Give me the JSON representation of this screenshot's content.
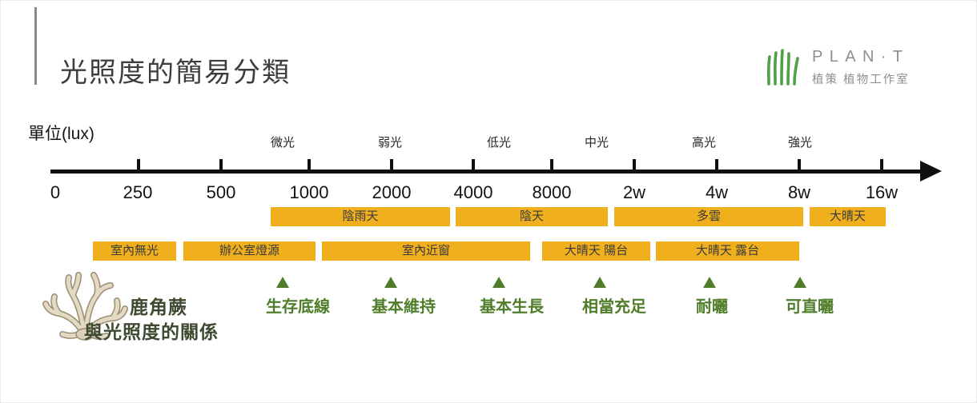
{
  "title": "光照度的簡易分類",
  "logo": {
    "brand": "PLAN·T",
    "subtitle": "植策 植物工作室"
  },
  "axis": {
    "unit_label": "單位(lux)",
    "tick_labels": [
      "0",
      "250",
      "500",
      "1000",
      "2000",
      "4000",
      "8000",
      "2w",
      "4w",
      "8w",
      "16w"
    ],
    "level_labels": [
      "微光",
      "弱光",
      "低光",
      "中光",
      "高光",
      "強光"
    ]
  },
  "bars": {
    "row1": [
      "陰雨天",
      "陰天",
      "多雲",
      "大晴天"
    ],
    "row2": [
      "室內無光",
      "辦公室燈源",
      "室內近窗",
      "大晴天 陽台",
      "大晴天 露台"
    ]
  },
  "markers": [
    "生存底線",
    "基本維持",
    "基本生長",
    "相當充足",
    "耐曬",
    "可直曬"
  ],
  "fern": {
    "line1": "鹿角蕨",
    "line2": "與光照度的關係"
  },
  "colors": {
    "bar_yellow": "#F0B01E",
    "marker_green": "#4F7D2A",
    "caption_green": "#3E4A30",
    "logo_green": "#4FA046",
    "title_gray": "#3d3d3d"
  }
}
